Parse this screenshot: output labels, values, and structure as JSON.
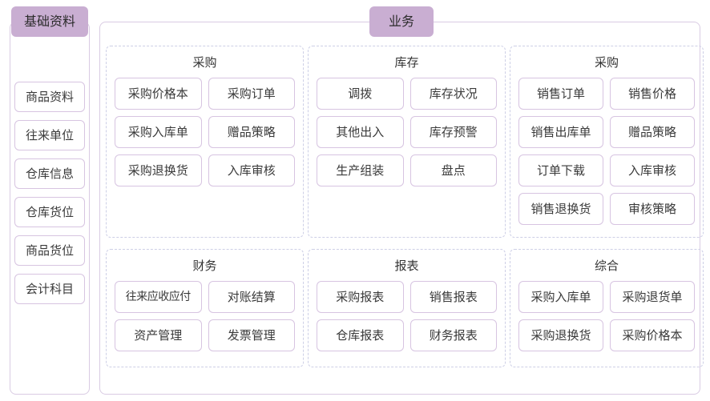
{
  "theme": {
    "badge_bg": "#c9aed2",
    "panel_border": "#d9cbe3",
    "group_border": "#cdcfe6",
    "tile_border": "#d7c4e1",
    "text": "#333333",
    "background": "#ffffff"
  },
  "sidebar": {
    "title": "基础资料",
    "items": [
      {
        "label": "商品资料"
      },
      {
        "label": "往来单位"
      },
      {
        "label": "仓库信息"
      },
      {
        "label": "仓库货位"
      },
      {
        "label": "商品货位"
      },
      {
        "label": "会计科目"
      }
    ]
  },
  "business": {
    "title": "业务",
    "groups": [
      {
        "title": "采购",
        "items": [
          {
            "label": "采购价格本"
          },
          {
            "label": "采购订单"
          },
          {
            "label": "采购入库单"
          },
          {
            "label": "赠品策略"
          },
          {
            "label": "采购退换货"
          },
          {
            "label": "入库审核"
          }
        ]
      },
      {
        "title": "库存",
        "items": [
          {
            "label": "调拨"
          },
          {
            "label": "库存状况"
          },
          {
            "label": "其他出入"
          },
          {
            "label": "库存预警"
          },
          {
            "label": "生产组装"
          },
          {
            "label": "盘点"
          }
        ]
      },
      {
        "title": "采购",
        "items": [
          {
            "label": "销售订单"
          },
          {
            "label": "销售价格"
          },
          {
            "label": "销售出库单"
          },
          {
            "label": "赠品策略"
          },
          {
            "label": "订单下载"
          },
          {
            "label": "入库审核"
          },
          {
            "label": "销售退换货"
          },
          {
            "label": "审核策略"
          }
        ]
      },
      {
        "title": "财务",
        "items": [
          {
            "label": "往来应收应付"
          },
          {
            "label": "对账结算"
          },
          {
            "label": "资产管理"
          },
          {
            "label": "发票管理"
          }
        ]
      },
      {
        "title": "报表",
        "items": [
          {
            "label": "采购报表"
          },
          {
            "label": "销售报表"
          },
          {
            "label": "仓库报表"
          },
          {
            "label": "财务报表"
          }
        ]
      },
      {
        "title": "综合",
        "items": [
          {
            "label": "采购入库单"
          },
          {
            "label": "采购退货单"
          },
          {
            "label": "采购退换货"
          },
          {
            "label": "采购价格本"
          }
        ]
      }
    ]
  }
}
